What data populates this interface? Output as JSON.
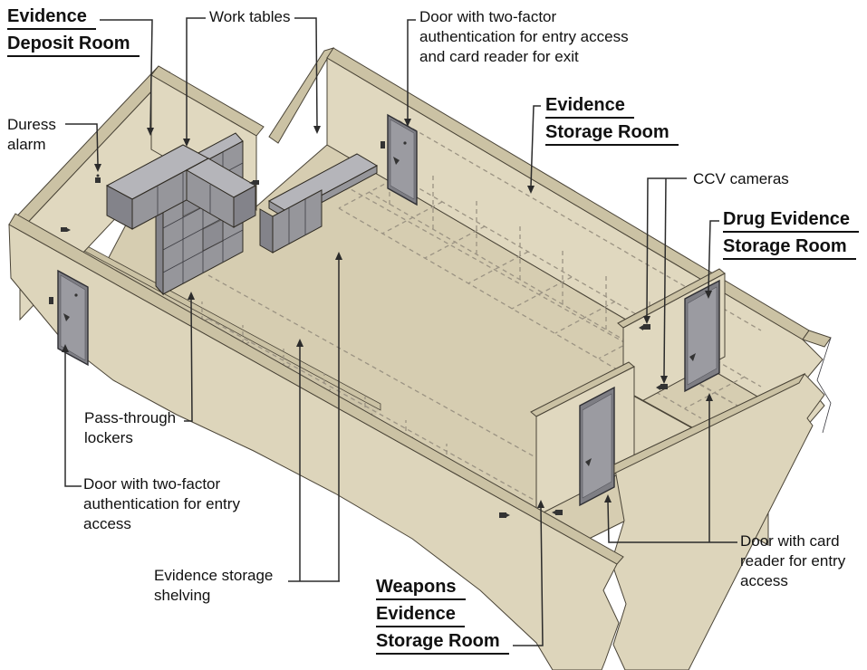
{
  "labels": {
    "evidence_deposit_room": {
      "lines": [
        "Evidence",
        "Deposit Room"
      ]
    },
    "work_tables": {
      "lines": [
        "Work tables"
      ]
    },
    "door_two_factor_exit": {
      "lines": [
        "Door with two-factor",
        "authentication for entry access",
        "and card reader for exit"
      ]
    },
    "evidence_storage_room": {
      "lines": [
        "Evidence",
        "Storage Room"
      ]
    },
    "ccv_cameras": {
      "lines": [
        "CCV cameras"
      ]
    },
    "drug_evidence_storage_room": {
      "lines": [
        "Drug Evidence",
        "Storage Room"
      ]
    },
    "duress_alarm": {
      "lines": [
        "Duress",
        "alarm"
      ]
    },
    "pass_through_lockers": {
      "lines": [
        "Pass-through",
        "lockers"
      ]
    },
    "door_two_factor_entry": {
      "lines": [
        "Door with two-factor",
        "authentication for entry",
        "access"
      ]
    },
    "evidence_storage_shelving": {
      "lines": [
        "Evidence storage",
        "shelving"
      ]
    },
    "weapons_evidence_storage_room": {
      "lines": [
        "Weapons",
        "Evidence",
        "Storage Room"
      ]
    },
    "door_card_reader": {
      "lines": [
        "Door with card",
        "reader for entry",
        "access"
      ]
    }
  },
  "icons": {
    "camera": "camera-icon",
    "duress_alarm": "duress-alarm-icon",
    "card_reader": "card-reader-icon",
    "door_handle": "door-handle-icon"
  },
  "colors": {
    "bg": "#ffffff",
    "wallFace": "#e0d8bf",
    "wallExt": "#ddd5bb",
    "wallBand": "#cbc2a4",
    "floor": "#d6cdb1",
    "floorDark": "#cdc4a8",
    "furnTop": "#b5b5ba",
    "furnFace": "#96969b",
    "furnDark": "#83838a",
    "doorFill": "#9b9ba1",
    "lineDark": "#4a4437",
    "dash": "#9b9383",
    "leader": "#2b2b2b",
    "text": "#111111"
  }
}
